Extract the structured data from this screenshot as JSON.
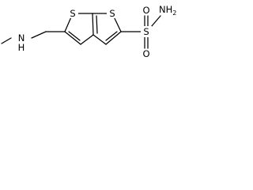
{
  "structure": {
    "atoms": {
      "s_ring_1": "S",
      "s_ring_2": "S",
      "s_sulfonyl": "S",
      "o_top": "O",
      "o_bottom": "O",
      "n_amide": "NH",
      "n_amide_h_count": "2",
      "n_amine": "N",
      "n_amine_h": "H"
    }
  },
  "colors": {
    "bond": "#000000",
    "label": "#000000",
    "background": "#ffffff"
  }
}
